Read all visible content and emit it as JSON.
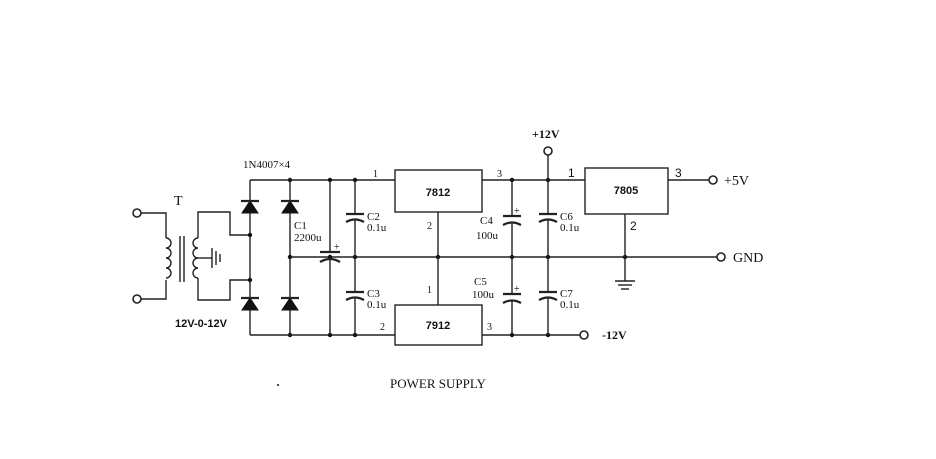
{
  "title": "POWER SUPPLY",
  "transformer": {
    "ref": "T",
    "rating": "12V-0-12V"
  },
  "diodes": {
    "label": "1N4007×4"
  },
  "capacitors": {
    "c1": {
      "ref": "C1",
      "value": "2200u"
    },
    "c2": {
      "ref": "C2",
      "value": "0.1u"
    },
    "c3": {
      "ref": "C3",
      "value": "0.1u"
    },
    "c4": {
      "ref": "C4",
      "value": "100u"
    },
    "c5": {
      "ref": "C5",
      "value": "100u"
    },
    "c6": {
      "ref": "C6",
      "value": "0.1u"
    },
    "c7": {
      "ref": "C7",
      "value": "0.1u"
    }
  },
  "regulators": {
    "r7812": {
      "name": "7812",
      "pin_in": "1",
      "pin_gnd": "2",
      "pin_out": "3"
    },
    "r7912": {
      "name": "7912",
      "pin_gnd": "1",
      "pin_in": "2",
      "pin_out": "3"
    },
    "r7805": {
      "name": "7805",
      "pin_in": "1",
      "pin_gnd": "2",
      "pin_out": "3"
    }
  },
  "outputs": {
    "plus12": "+12V",
    "plus5": "+5V",
    "gnd": "GND",
    "minus12": "-12V"
  },
  "polarity_mark": "+"
}
